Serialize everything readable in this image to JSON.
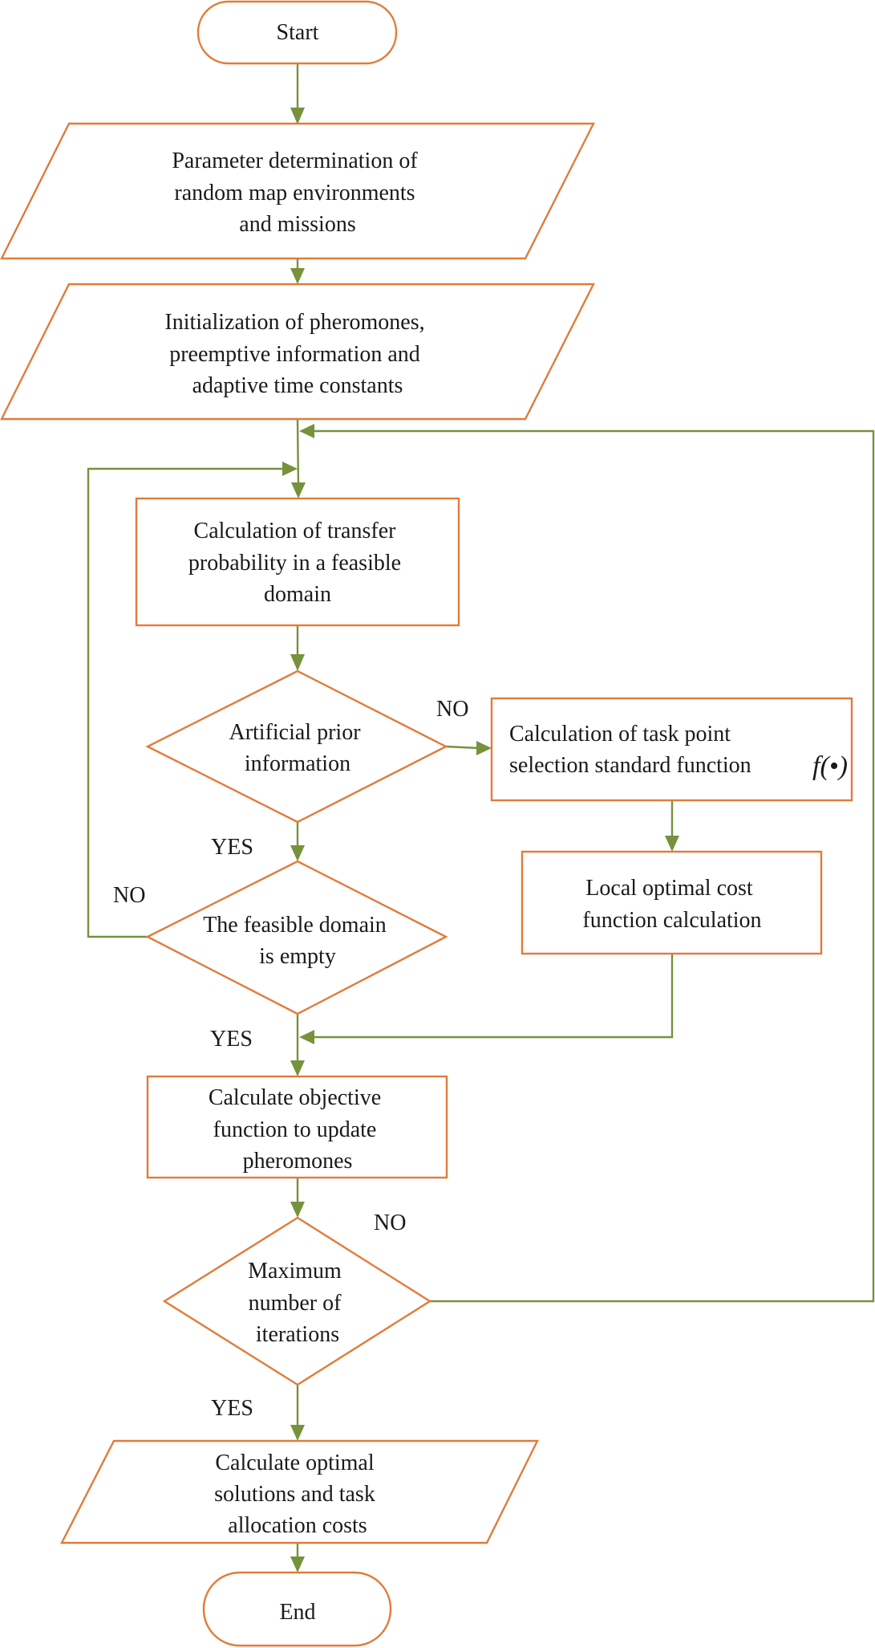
{
  "diagram": {
    "type": "flowchart",
    "colors": {
      "node_border": "#E07C3A",
      "connector": "#76923C",
      "text": "#1a1a1a",
      "background": "#ffffff"
    },
    "nodes": {
      "start": {
        "shape": "terminator",
        "lines": [
          "Start"
        ]
      },
      "param_determination": {
        "shape": "parallelogram",
        "lines": [
          "Parameter determination of",
          "random map environments",
          "and missions"
        ]
      },
      "initialization": {
        "shape": "parallelogram",
        "lines": [
          "Initialization of pheromones,",
          "preemptive information and",
          "adaptive time constants"
        ]
      },
      "transfer_probability": {
        "shape": "process",
        "lines": [
          "Calculation of transfer",
          "probability in a feasible",
          "domain"
        ]
      },
      "artificial_prior": {
        "shape": "decision",
        "lines": [
          "Artificial prior",
          "information"
        ]
      },
      "task_point_selection": {
        "shape": "process",
        "lines": [
          "Calculation of task point",
          "selection standard function"
        ],
        "math_suffix": "f(•)"
      },
      "local_optimal_cost": {
        "shape": "process",
        "lines": [
          "Local optimal cost",
          "function calculation"
        ]
      },
      "feasible_domain_empty": {
        "shape": "decision",
        "lines": [
          "The feasible domain",
          "is empty"
        ]
      },
      "objective_function": {
        "shape": "process",
        "lines": [
          "Calculate objective",
          "function to update",
          "pheromones"
        ]
      },
      "max_iterations": {
        "shape": "decision",
        "lines": [
          "Maximum",
          "number of",
          "iterations"
        ]
      },
      "optimal_solutions": {
        "shape": "parallelogram",
        "lines": [
          "Calculate optimal",
          "solutions and task",
          "allocation costs"
        ]
      },
      "end": {
        "shape": "terminator",
        "lines": [
          "End"
        ]
      }
    },
    "edges": [
      {
        "from": "start",
        "to": "param_determination",
        "label": ""
      },
      {
        "from": "param_determination",
        "to": "initialization",
        "label": ""
      },
      {
        "from": "initialization",
        "to": "transfer_probability",
        "label": ""
      },
      {
        "from": "transfer_probability",
        "to": "artificial_prior",
        "label": ""
      },
      {
        "from": "artificial_prior",
        "to": "task_point_selection",
        "label": "NO"
      },
      {
        "from": "artificial_prior",
        "to": "feasible_domain_empty",
        "label": "YES"
      },
      {
        "from": "task_point_selection",
        "to": "local_optimal_cost",
        "label": ""
      },
      {
        "from": "feasible_domain_empty",
        "to": "transfer_probability",
        "label": "NO"
      },
      {
        "from": "feasible_domain_empty",
        "to": "objective_function",
        "label": "YES"
      },
      {
        "from": "local_optimal_cost",
        "to": "objective_function",
        "label": ""
      },
      {
        "from": "objective_function",
        "to": "max_iterations",
        "label": ""
      },
      {
        "from": "max_iterations",
        "to": "transfer_probability",
        "label": "NO"
      },
      {
        "from": "max_iterations",
        "to": "optimal_solutions",
        "label": "YES"
      },
      {
        "from": "optimal_solutions",
        "to": "end",
        "label": ""
      }
    ],
    "edge_labels": {
      "prior_no": "NO",
      "prior_yes": "YES",
      "empty_no": "NO",
      "empty_yes": "YES",
      "iter_no": "NO",
      "iter_yes": "YES"
    }
  }
}
